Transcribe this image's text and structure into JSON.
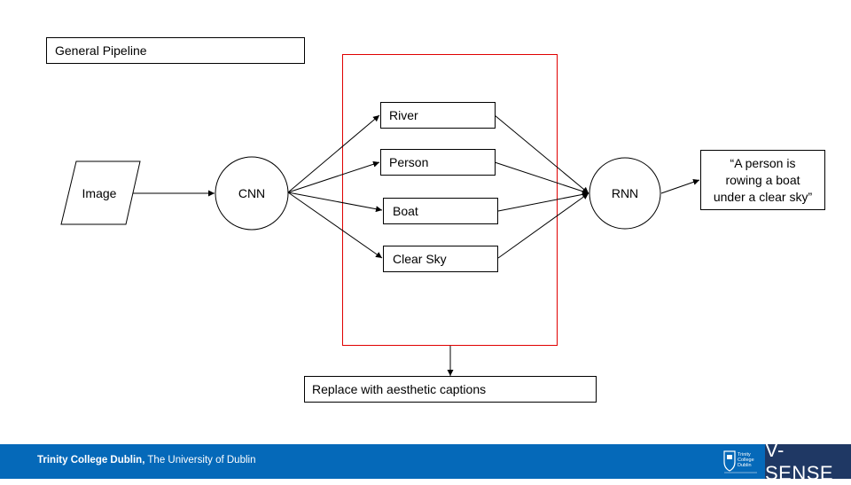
{
  "title": "General Pipeline",
  "nodes": {
    "image": "Image",
    "cnn": "CNN",
    "rnn": "RNN",
    "features": [
      "River",
      "Person",
      "Boat",
      "Clear Sky"
    ],
    "caption_lines": [
      "“A person is",
      "rowing a boat",
      "under a clear sky”"
    ],
    "replace": "Replace with aesthetic captions"
  },
  "colors": {
    "highlight": "#e00000",
    "footer": "#0569b9",
    "brand_box": "#1f3864"
  },
  "footer": {
    "institution": "Trinity College Dublin,",
    "university": " The University of Dublin",
    "logo_lines": [
      "Trinity",
      "College",
      "Dublin"
    ],
    "brand": "V-SENSE"
  }
}
